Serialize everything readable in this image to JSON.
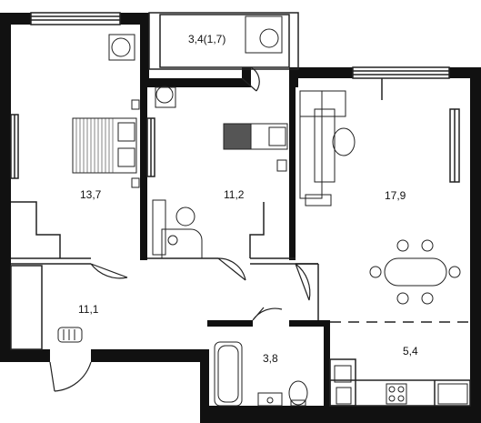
{
  "rooms": [
    {
      "id": "bedroom-1",
      "area_label": "13,7"
    },
    {
      "id": "bedroom-2",
      "area_label": "11,2"
    },
    {
      "id": "balcony",
      "area_label": "3,4(1,7)"
    },
    {
      "id": "living-kitchen",
      "area_label": "17,9"
    },
    {
      "id": "hallway",
      "area_label": "11,1"
    },
    {
      "id": "bathroom",
      "area_label": "3,8"
    },
    {
      "id": "kitchen",
      "area_label": "5,4"
    }
  ],
  "colors": {
    "wall": "#111111",
    "line": "#222222"
  }
}
